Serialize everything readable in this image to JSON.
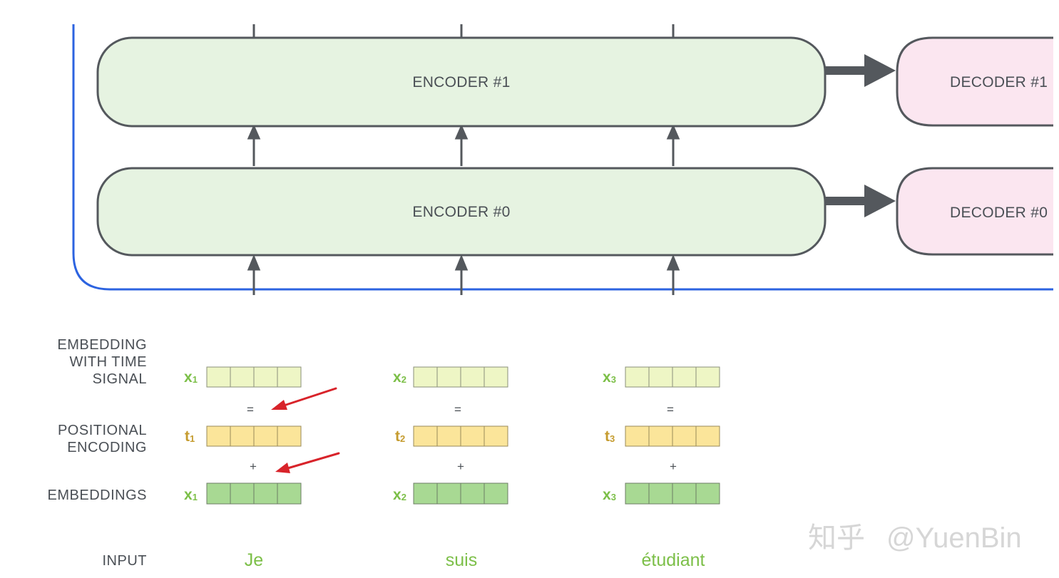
{
  "encoders": [
    {
      "label": "ENCODER #1"
    },
    {
      "label": "ENCODER #0"
    }
  ],
  "decoders": [
    {
      "label": "DECODER #1"
    },
    {
      "label": "DECODER #0"
    }
  ],
  "row_labels": {
    "embedding_time_signal": [
      "EMBEDDING",
      "WITH TIME",
      "SIGNAL"
    ],
    "positional_encoding": [
      "POSITIONAL",
      "ENCODING"
    ],
    "embeddings": [
      "EMBEDDINGS"
    ],
    "input": [
      "INPUT"
    ]
  },
  "columns": [
    {
      "x_symbol": "x",
      "x_sub": "1",
      "t_symbol": "t",
      "t_sub": "1",
      "equals": "=",
      "plus": "+",
      "word": "Je"
    },
    {
      "x_symbol": "x",
      "x_sub": "2",
      "t_symbol": "t",
      "t_sub": "2",
      "equals": "=",
      "plus": "+",
      "word": "suis"
    },
    {
      "x_symbol": "x",
      "x_sub": "3",
      "t_symbol": "t",
      "t_sub": "3",
      "equals": "=",
      "plus": "+",
      "word": "étudiant"
    }
  ],
  "watermark": {
    "brand": "知乎",
    "handle": "@YuenBin"
  },
  "colors": {
    "encoder_fill": "#e6f3e1",
    "decoder_fill": "#fbe6f0",
    "outline": "#54585d",
    "stack_border": "#2c63e0",
    "embedding_fill": "#a8d993",
    "positional_fill": "#fbe59a",
    "time_signal_fill": "#eef6c5",
    "x_symbol_color": "#7cbf48",
    "t_symbol_color": "#c59b2e",
    "annotation_arrow": "#d8232a"
  }
}
